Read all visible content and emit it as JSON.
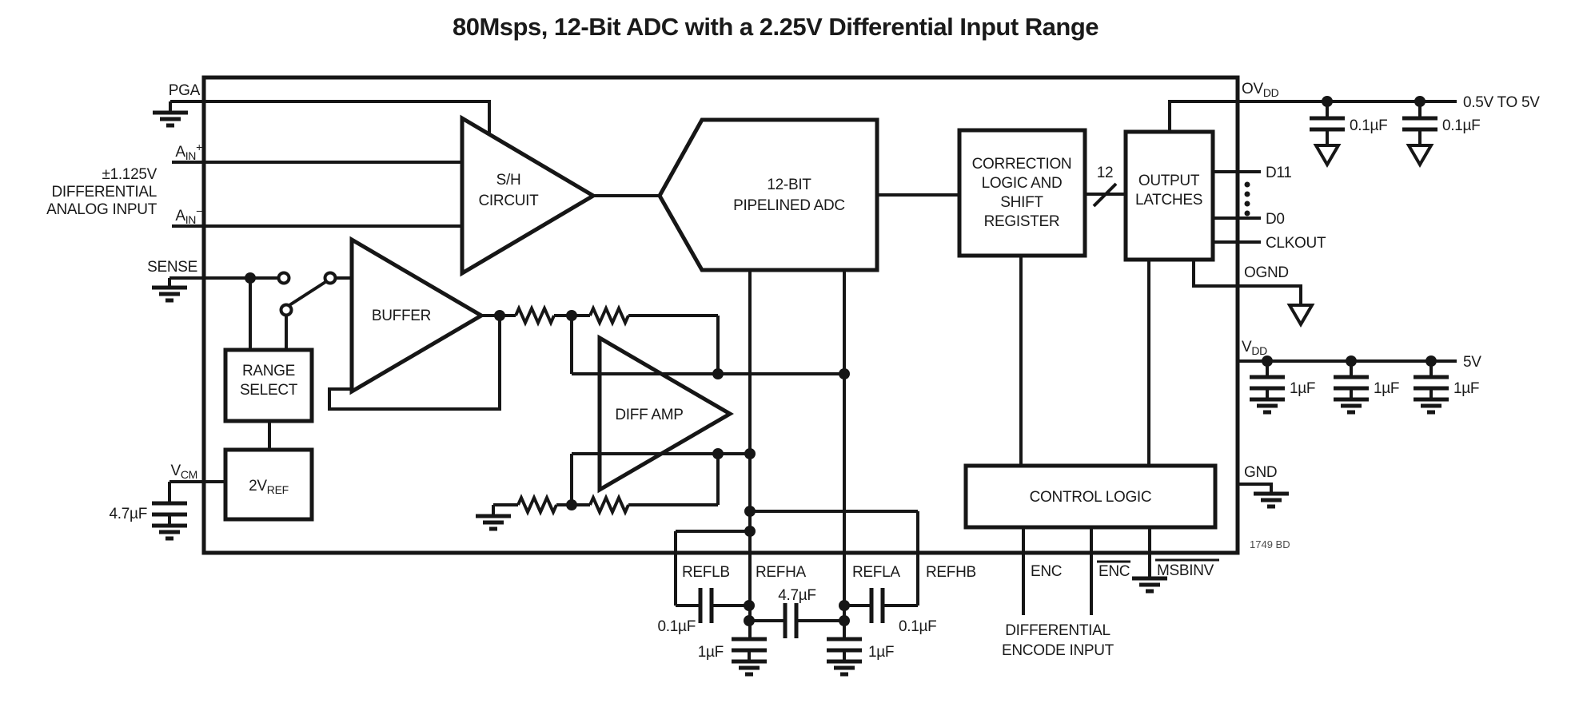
{
  "title": "80Msps, 12-Bit ADC with a 2.25V Differential Input Range",
  "part_ref": "1749 BD",
  "blocks": {
    "sh": {
      "line1": "S/H",
      "line2": "CIRCUIT"
    },
    "adc": {
      "line1": "12-BIT",
      "line2": "PIPELINED ADC"
    },
    "correction": {
      "line1": "CORRECTION",
      "line2": "LOGIC AND",
      "line3": "SHIFT",
      "line4": "REGISTER"
    },
    "latches": {
      "line1": "OUTPUT",
      "line2": "LATCHES"
    },
    "control": {
      "label": "CONTROL LOGIC"
    },
    "buffer": {
      "label": "BUFFER"
    },
    "diff_amp": {
      "label": "DIFF AMP"
    },
    "range_select": {
      "line1": "RANGE",
      "line2": "SELECT"
    },
    "vref": {
      "base": "2V",
      "sub": "REF"
    }
  },
  "left_pins": {
    "pga": "PGA",
    "ain_plus": {
      "base": "A",
      "sub": "IN",
      "sup": "+"
    },
    "ain_minus": {
      "base": "A",
      "sub": "IN",
      "sup": "−"
    },
    "input_note": {
      "line1": "±1.125V",
      "line2": "DIFFERENTIAL",
      "line3": "ANALOG INPUT"
    },
    "sense": "SENSE",
    "vcm": {
      "base": "V",
      "sub": "CM"
    },
    "vcm_cap": "4.7µF"
  },
  "right_pins": {
    "ovdd": {
      "base": "OV",
      "sub": "DD"
    },
    "ovdd_supply": "0.5V TO 5V",
    "ovdd_cap1": "0.1µF",
    "ovdd_cap2": "0.1µF",
    "d11": "D11",
    "d0": "D0",
    "clkout": "CLKOUT",
    "ognd": "OGND",
    "vdd": {
      "base": "V",
      "sub": "DD"
    },
    "vdd_supply": "5V",
    "vdd_cap1": "1µF",
    "vdd_cap2": "1µF",
    "vdd_cap3": "1µF",
    "gnd": "GND"
  },
  "bottom_pins": {
    "reflb": "REFLB",
    "refha": "REFHA",
    "refla": "REFLA",
    "refhb": "REFHB",
    "reflb_cap": "0.1µF",
    "ref_cap_mid": "4.7µF",
    "ref_cap1": "1µF",
    "ref_cap2": "1µF",
    "refhb_cap": "0.1µF",
    "enc": "ENC",
    "enc_bar": "ENC",
    "msbinv": "MSBINV",
    "encode_note": {
      "line1": "DIFFERENTIAL",
      "line2": "ENCODE INPUT"
    }
  },
  "bus": {
    "width_label": "12"
  },
  "colors": {
    "line": "#161616",
    "text": "#1a1a1a",
    "background": "#ffffff"
  }
}
